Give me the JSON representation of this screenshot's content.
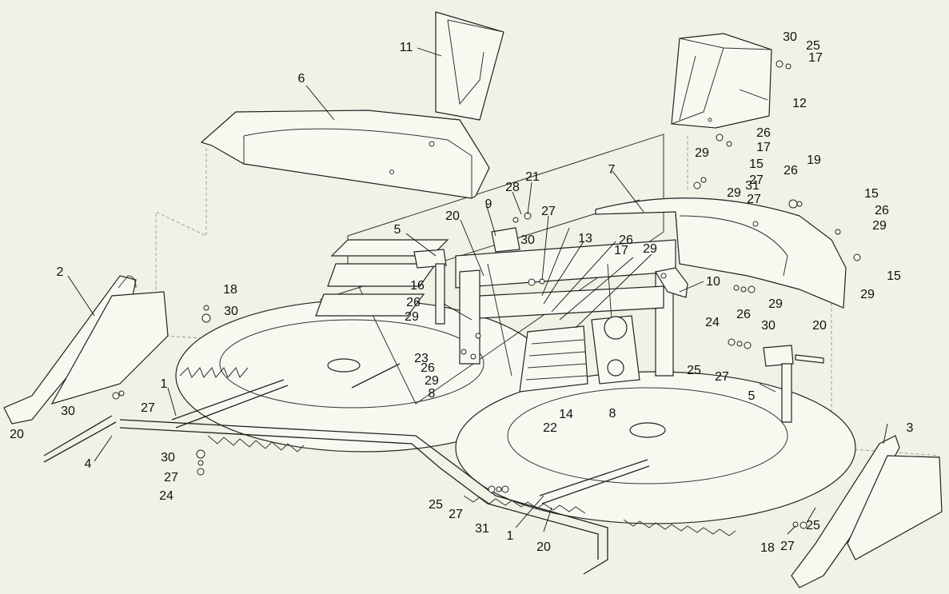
{
  "background": "#eef3e5",
  "line_color": "#222222",
  "callouts": [
    "1",
    "1",
    "2",
    "3",
    "4",
    "5",
    "5",
    "6",
    "7",
    "8",
    "8",
    "9",
    "10",
    "11",
    "12",
    "13",
    "14",
    "15",
    "15",
    "15",
    "16",
    "17",
    "17",
    "17",
    "18",
    "18",
    "19",
    "20",
    "20",
    "20",
    "20",
    "21",
    "22",
    "23",
    "24",
    "24",
    "25",
    "25",
    "25",
    "25",
    "26",
    "26",
    "26",
    "26",
    "26",
    "26",
    "26",
    "27",
    "27",
    "27",
    "27",
    "27",
    "27",
    "27",
    "27",
    "28",
    "29",
    "29",
    "29",
    "29",
    "29",
    "29",
    "29",
    "29",
    "30",
    "30",
    "30",
    "30",
    "30",
    "30",
    "31",
    "31"
  ]
}
